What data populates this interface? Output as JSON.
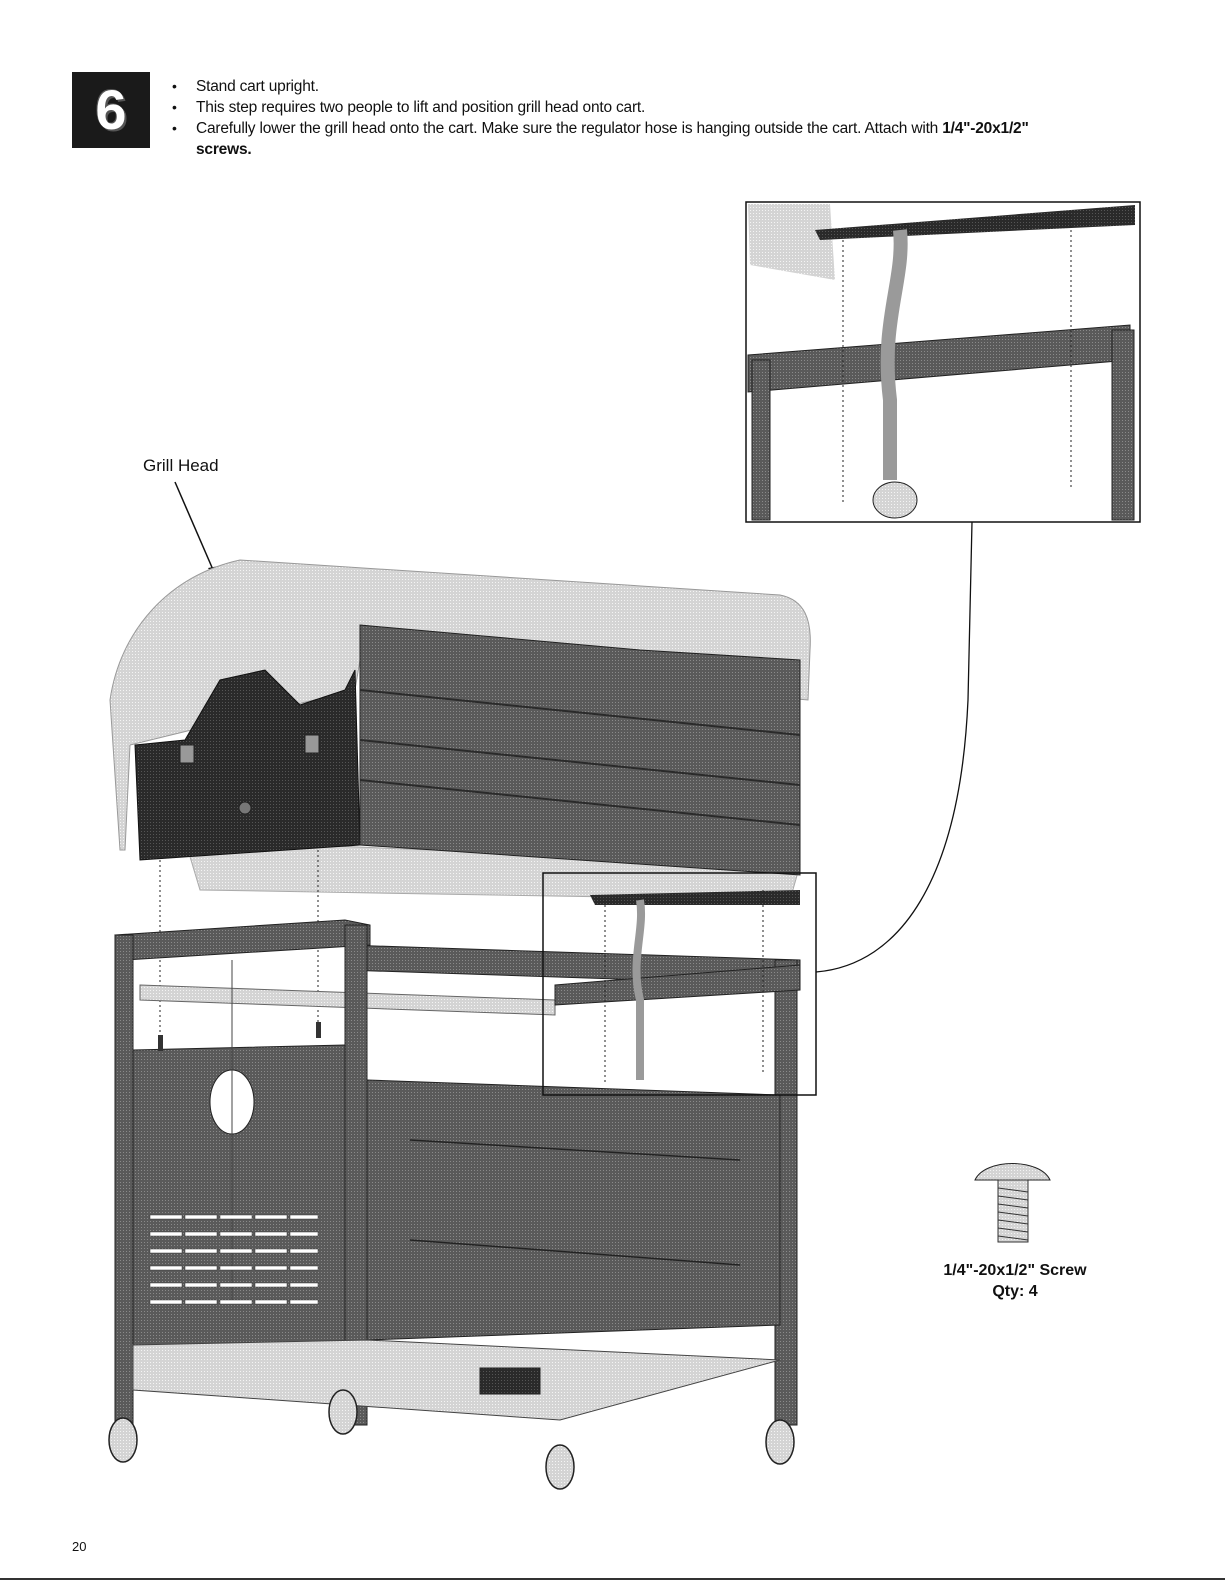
{
  "step": {
    "number": "6"
  },
  "instructions": [
    {
      "text": "Stand cart upright.",
      "bold": "",
      "trail": ""
    },
    {
      "text": "This step requires two people to lift and position grill head onto cart.",
      "bold": "",
      "trail": ""
    },
    {
      "text": "Carefully lower the grill head onto the cart. Make sure the regulator hose is hanging outside the cart.  Attach with ",
      "bold": "1/4\"-20x1/2\"",
      "trail": "screws."
    }
  ],
  "labels": {
    "grill_head": "Grill Head"
  },
  "hardware": {
    "name": "1/4\"-20x1/2\" Screw",
    "qty": "Qty:  4"
  },
  "page_number": "20",
  "colors": {
    "panel_dark": "#2e2e2e",
    "panel_mid": "#5a5a5a",
    "panel_light": "#cfcfcf",
    "lid": "#d8d8d8",
    "frame": "#6a6a6a",
    "ink": "#111111"
  }
}
